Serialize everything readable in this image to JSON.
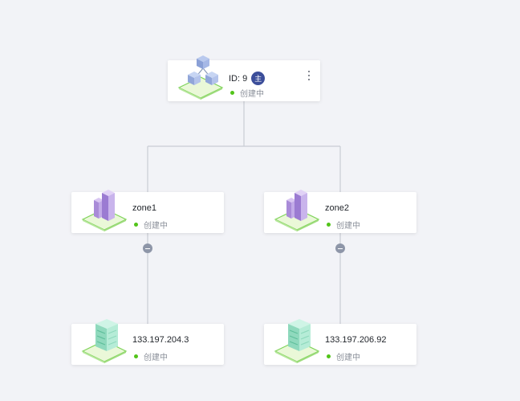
{
  "root": {
    "id_label": "ID: 9",
    "badge": "主",
    "status": "创建中"
  },
  "zones": [
    {
      "name": "zone1",
      "status": "创建中"
    },
    {
      "name": "zone2",
      "status": "创建中"
    }
  ],
  "servers": [
    {
      "ip": "133.197.204.3",
      "status": "创建中"
    },
    {
      "ip": "133.197.206.92",
      "status": "创建中"
    }
  ],
  "colors": {
    "background": "#f2f3f7",
    "link": "#c9ccd4",
    "status_ok": "#52c41a",
    "badge": "#3c4e9a",
    "collapse": "#8e96a8"
  },
  "icons": {
    "root": "cluster-cubes-icon",
    "zone": "buildings-icon",
    "server": "server-stack-icon"
  }
}
